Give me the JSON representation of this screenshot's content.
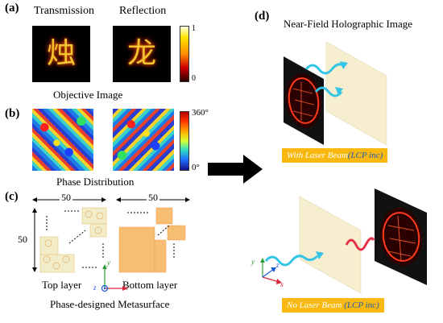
{
  "panels": {
    "a": {
      "label": "(a)",
      "left_title": "Transmission",
      "right_title": "Reflection",
      "left_glyph": "烛",
      "right_glyph": "龙",
      "colorbar_max": "1",
      "colorbar_min": "0",
      "caption": "Objective   Image"
    },
    "b": {
      "label": "(b)",
      "colorbar_max": "360°",
      "colorbar_min": "0°",
      "caption": "Phase Distribution"
    },
    "c": {
      "label": "(c)",
      "dim_top_left": "50",
      "dim_top_right": "50",
      "dim_side": "50",
      "left_caption": "Top layer",
      "right_caption": "Bottom layer",
      "caption": "Phase-designed Metasurface",
      "axis_x": "x",
      "axis_y": "y",
      "axis_z": "z"
    },
    "d": {
      "label": "(d)",
      "title": "Near-Field Holographic Image",
      "top_pill_main": "With Laser Beam",
      "top_pill_paren": "(LCP inc)",
      "bottom_pill_main": "No Laser Beam",
      "bottom_pill_paren": "(LCP inc)",
      "axis_x": "x",
      "axis_y": "y",
      "axis_z": "z"
    }
  },
  "colors": {
    "pill": "#f9b80f",
    "screen": "#f7eed0",
    "beam_cyan": "#33c4e6",
    "beam_red": "#e8304a",
    "arrow": "#000000"
  }
}
